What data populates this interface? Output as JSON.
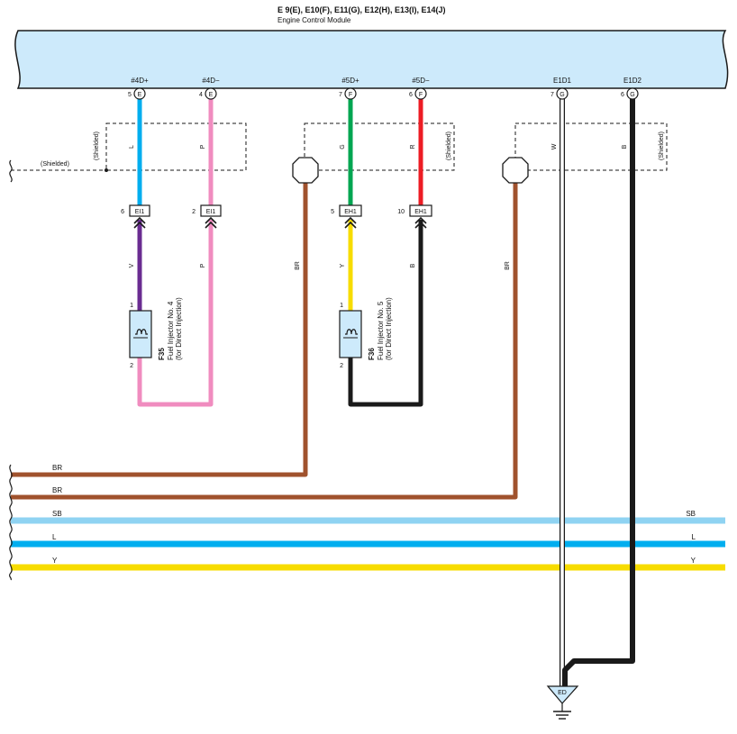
{
  "header": {
    "connectors": "E 9(E), E10(F), E11(G), E12(H), E13(I), E14(J)",
    "module": "Engine Control Module"
  },
  "ecm_pins": [
    {
      "name": "#4D+",
      "pin": "5",
      "conn": "E"
    },
    {
      "name": "#4D−",
      "pin": "4",
      "conn": "E"
    },
    {
      "name": "#5D+",
      "pin": "7",
      "conn": "F"
    },
    {
      "name": "#5D−",
      "pin": "6",
      "conn": "F"
    },
    {
      "name": "E1D1",
      "pin": "7",
      "conn": "G"
    },
    {
      "name": "E1D2",
      "pin": "6",
      "conn": "G"
    }
  ],
  "shield_text": "(Shielded)",
  "wires": {
    "w4p": "L",
    "w4n": "P",
    "w5p": "G",
    "w5n": "R",
    "we1": "W",
    "we2": "B",
    "br1": "BR",
    "br2": "BR",
    "inj4_in": "V",
    "inj4_out": "P",
    "inj5_in": "Y",
    "inj5_out": "B"
  },
  "junctions": [
    {
      "pin": "6",
      "name": "EI1"
    },
    {
      "pin": "2",
      "name": "EI1"
    },
    {
      "pin": "5",
      "name": "EH1"
    },
    {
      "pin": "10",
      "name": "EH1"
    }
  ],
  "injectors": [
    {
      "id": "F35",
      "name": "Fuel Injector No. 4",
      "note": "(for Direct Injection)",
      "pin_top": "1",
      "pin_bottom": "2"
    },
    {
      "id": "F36",
      "name": "Fuel Injector No. 5",
      "note": "(for Direct Injection)",
      "pin_top": "1",
      "pin_bottom": "2"
    }
  ],
  "buses": [
    {
      "label": "BR",
      "right_label": "",
      "color": "#a0522d"
    },
    {
      "label": "BR",
      "right_label": "",
      "color": "#a0522d"
    },
    {
      "label": "SB",
      "right_label": "SB",
      "color": "#8fd3f2"
    },
    {
      "label": "L",
      "right_label": "L",
      "color": "#00aeef"
    },
    {
      "label": "Y",
      "right_label": "Y",
      "color": "#f7dc00"
    }
  ],
  "ground": {
    "label": "ED"
  },
  "colors": {
    "ecm_fill": "#cdeafb",
    "L": "#00aeef",
    "P": "#f08cbf",
    "G": "#00a651",
    "R": "#ed1c24",
    "V": "#6a2c91",
    "Y": "#f7dc00",
    "B": "#1a1a1a",
    "BR": "#a0522d",
    "W": "#ffffff",
    "SB": "#8fd3f2"
  }
}
